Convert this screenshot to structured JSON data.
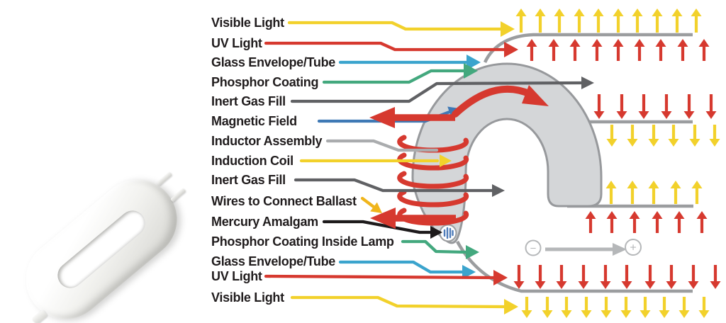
{
  "colors": {
    "yellow": "#f2d12b",
    "gold": "#f0b51c",
    "red": "#d6392f",
    "cyan": "#3ba4cd",
    "green": "#43a87e",
    "steel_blue": "#3f79b5",
    "dark_gray": "#606164",
    "light_gray": "#aaacae",
    "black": "#1d1a1b",
    "wall": "#9b9d9f",
    "tube_fill": "#d4d6d8",
    "tube_stroke": "#97999c",
    "arrow_gray": "#b5b7b9",
    "mercury_stripe": "#4e7cba"
  },
  "labels": [
    {
      "name": "visible-light-top",
      "text": "Visible Light",
      "color": "yellow"
    },
    {
      "name": "uv-light-top",
      "text": "UV Light",
      "color": "red"
    },
    {
      "name": "glass-envelope-tube-top",
      "text": "Glass Envelope/Tube",
      "color": "cyan"
    },
    {
      "name": "phosphor-coating",
      "text": "Phosphor Coating",
      "color": "green"
    },
    {
      "name": "inert-gas-fill-upper",
      "text": "Inert Gas Fill",
      "color": "dark_gray"
    },
    {
      "name": "magnetic-field",
      "text": "Magnetic Field",
      "color": "steel_blue"
    },
    {
      "name": "inductor-assembly",
      "text": "Inductor Assembly",
      "color": "light_gray"
    },
    {
      "name": "induction-coil",
      "text": "Induction Coil",
      "color": "yellow"
    },
    {
      "name": "inert-gas-fill-lower",
      "text": "Inert Gas Fill",
      "color": "dark_gray"
    },
    {
      "name": "wires-to-connect-ballast",
      "text": "Wires to Connect Ballast",
      "color": "gold"
    },
    {
      "name": "mercury-amalgam",
      "text": "Mercury Amalgam",
      "color": "black"
    },
    {
      "name": "phosphor-coating-inside",
      "text": "Phosphor Coating Inside Lamp",
      "color": "green"
    },
    {
      "name": "glass-envelope-tube-bottom",
      "text": "Glass Envelope/Tube",
      "color": "cyan"
    },
    {
      "name": "uv-light-bottom",
      "text": "UV Light",
      "color": "red"
    },
    {
      "name": "visible-light-bottom",
      "text": "Visible Light",
      "color": "yellow"
    }
  ],
  "charge_symbols": {
    "negative": "−",
    "positive": "+"
  }
}
